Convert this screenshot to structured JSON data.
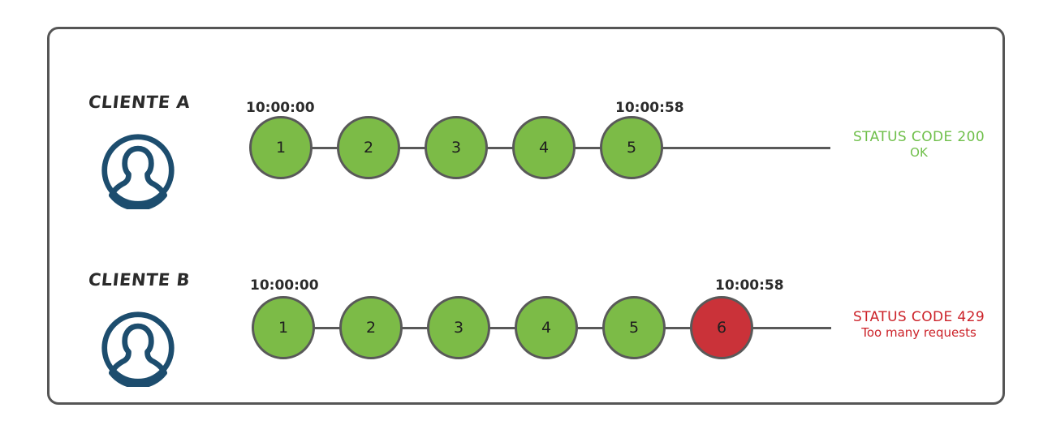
{
  "diagram": {
    "title_present": false,
    "colors": {
      "panel_border": "#555555",
      "node_ok": "#7cbb47",
      "node_error": "#ca3239",
      "node_border": "#595959",
      "avatar": "#1d4d6e",
      "status_ok_text": "#6fbf4a",
      "status_error_text": "#cc2229",
      "text": "#2b2b2b"
    },
    "rows": [
      {
        "id": "client-a",
        "label": "CLIENTE A",
        "avatar_icon": "user-avatar-icon",
        "start_time": "10:00:00",
        "end_time": "10:00:58",
        "nodes": [
          {
            "n": "1",
            "state": "ok"
          },
          {
            "n": "2",
            "state": "ok"
          },
          {
            "n": "3",
            "state": "ok"
          },
          {
            "n": "4",
            "state": "ok"
          },
          {
            "n": "5",
            "state": "ok"
          }
        ],
        "status": {
          "line1": "STATUS CODE 200",
          "line2": "OK",
          "state": "ok"
        }
      },
      {
        "id": "client-b",
        "label": "CLIENTE B",
        "avatar_icon": "user-avatar-icon",
        "start_time": "10:00:00",
        "end_time": "10:00:58",
        "nodes": [
          {
            "n": "1",
            "state": "ok"
          },
          {
            "n": "2",
            "state": "ok"
          },
          {
            "n": "3",
            "state": "ok"
          },
          {
            "n": "4",
            "state": "ok"
          },
          {
            "n": "5",
            "state": "ok"
          },
          {
            "n": "6",
            "state": "error"
          }
        ],
        "status": {
          "line1": "STATUS CODE 429",
          "line2": "Too many requests",
          "state": "error"
        }
      }
    ]
  }
}
